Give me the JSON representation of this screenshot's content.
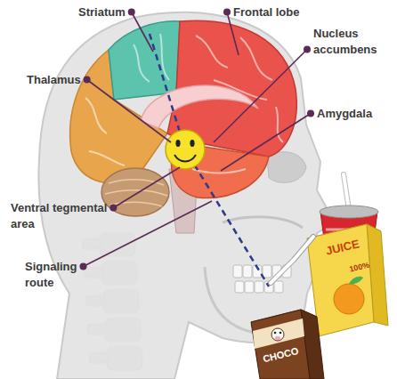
{
  "diagram": {
    "labels": [
      "Striatum",
      "Frontal lobe",
      "Nucleus accumbens",
      "Thalamus",
      "Amygdala",
      "Ventral tegmental area",
      "Signaling route",
      "JUICE",
      "100%",
      "CHOCO"
    ]
  }
}
